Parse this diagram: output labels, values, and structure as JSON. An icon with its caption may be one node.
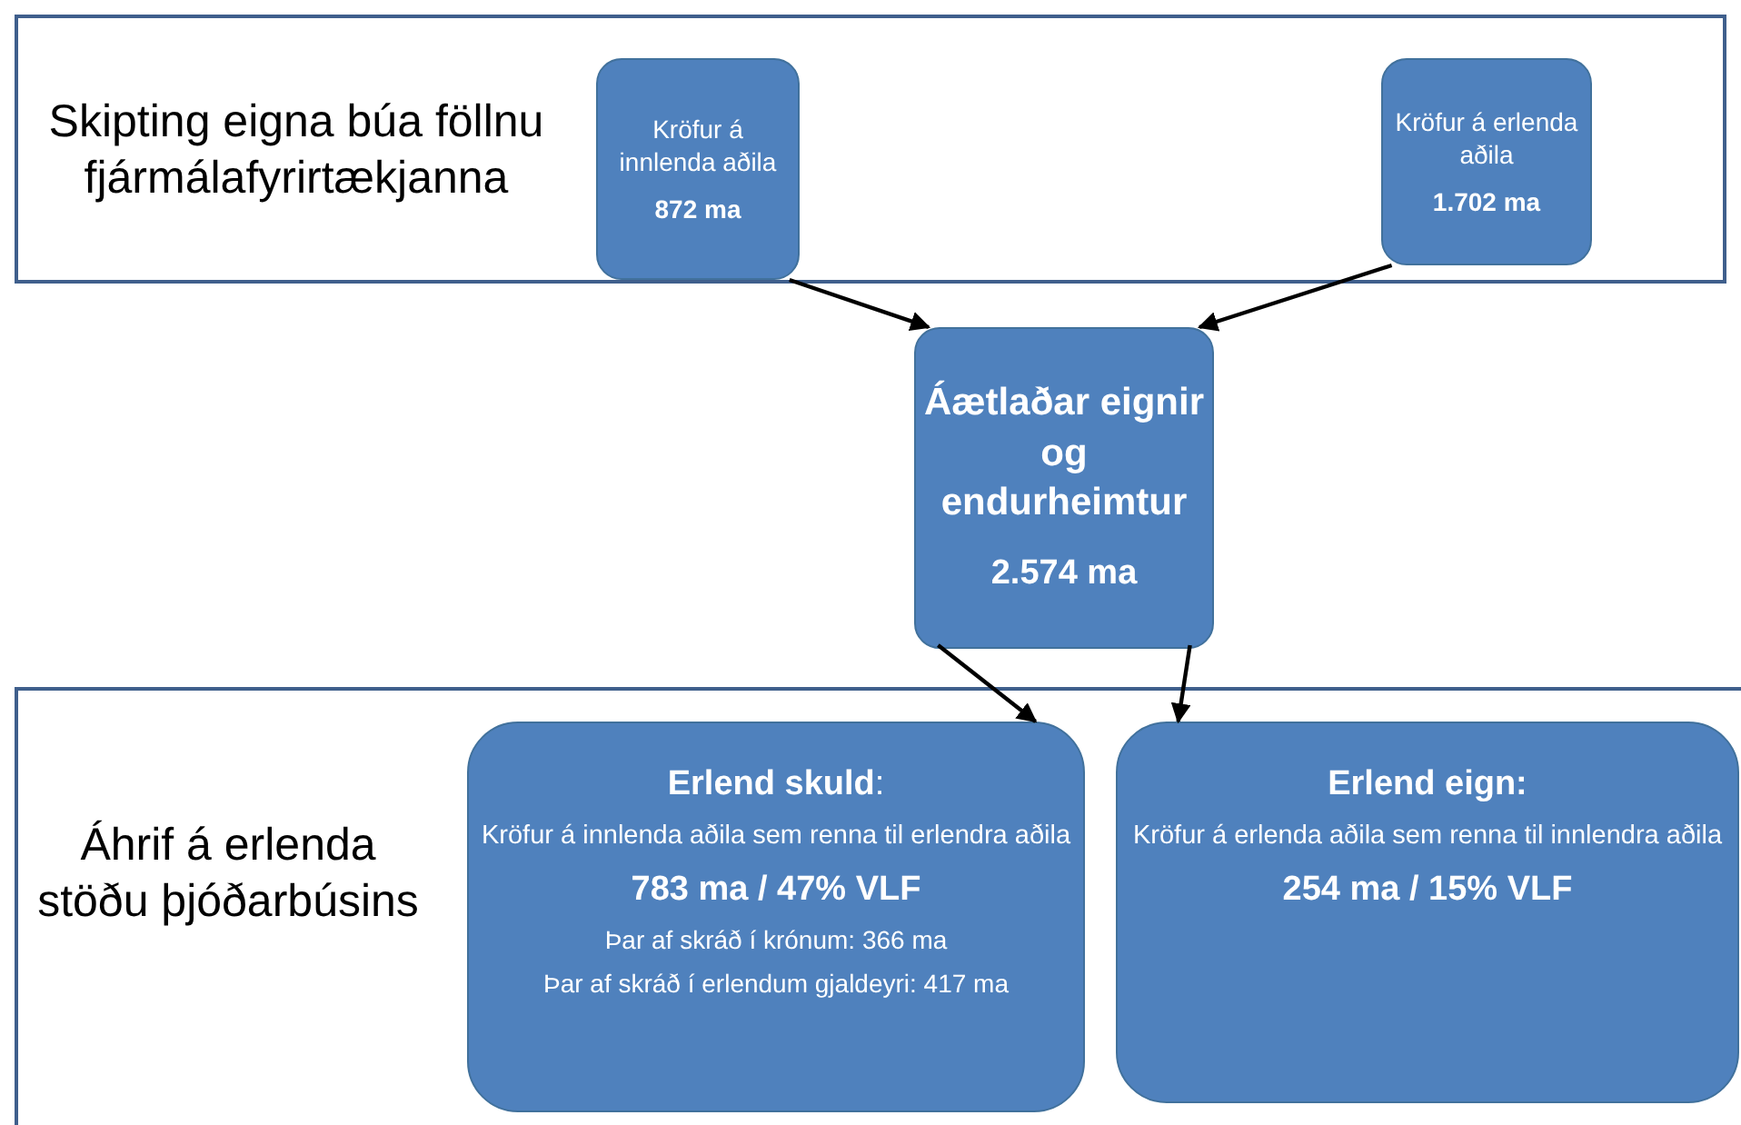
{
  "diagram": {
    "nodes": [
      {
        "text": [
          "Skipting eigna búa föllnu fjármálafyrirtækjanna"
        ]
      },
      {
        "text": [
          "Kröfur á innlenda aðila",
          "872 ma"
        ],
        "in": 0
      },
      {
        "text": [
          "Kröfur á erlenda aðila",
          "1.702 ma"
        ],
        "in": 0
      },
      {
        "text": [
          "Áætlaðar eignir og endurheimtur",
          "2.574 ma"
        ]
      },
      {
        "text": [
          "Áhrif á erlenda stöðu þjóðarbúsins"
        ]
      },
      {
        "text": [
          "**Erlend skuld**:",
          "Kröfur á innlenda aðila sem renna til erlendra aðila",
          "783 ma / 47% VLF",
          "Þar af skráð í krónum: 366 ma",
          "Þar af skráð í erlendum gjaldeyri: 417 ma"
        ],
        "in": 4
      },
      {
        "text": [
          "Erlend eign:",
          "Kröfur á erlenda aðila sem renna til innlendra aðila",
          "254 ma / 15% VLF"
        ],
        "in": 4
      }
    ],
    "edges": [
      {
        "from": 1,
        "to": 3,
        "arrow": "to"
      },
      {
        "from": 2,
        "to": 3,
        "arrow": "to"
      },
      {
        "from": 3,
        "to": 5,
        "arrow": "to"
      },
      {
        "from": 3,
        "to": 6,
        "arrow": "to"
      }
    ]
  }
}
